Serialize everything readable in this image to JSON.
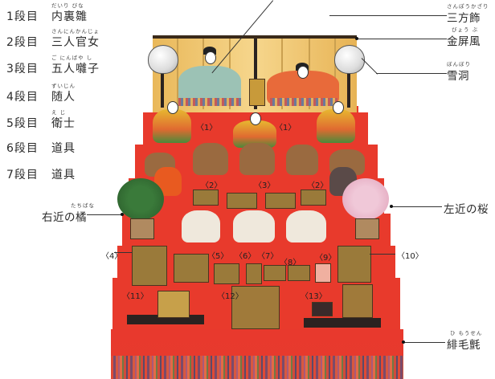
{
  "tiers": [
    {
      "num": "1段目",
      "name": "内裏雛",
      "ruby": "だいり びな"
    },
    {
      "num": "2段目",
      "name": "三人官女",
      "ruby": "さんにんかんじょ"
    },
    {
      "num": "3段目",
      "name": "五人囃子",
      "ruby": "ご にんばや し"
    },
    {
      "num": "4段目",
      "name": "随人",
      "ruby": "ずいじん"
    },
    {
      "num": "5段目",
      "name": "衛士",
      "ruby": "え じ"
    },
    {
      "num": "6段目",
      "name": "道具",
      "ruby": ""
    },
    {
      "num": "7段目",
      "name": "道具",
      "ruby": ""
    }
  ],
  "callouts": {
    "sanpou": {
      "label": "三方飾",
      "ruby": "さんぽうかざり"
    },
    "byoubu": {
      "label": "金屏風",
      "ruby": "びょう ぶ"
    },
    "bonbori": {
      "label": "雪洞",
      "ruby": "ぼんぼり"
    },
    "sakura": {
      "label": "左近の桜",
      "ruby": ""
    },
    "tachibana": {
      "label": "右近の橘",
      "ruby": "たちばな"
    },
    "mousen": {
      "label": "緋毛氈",
      "ruby": "ひ もうせん"
    }
  },
  "item_numbers": [
    "〈1〉",
    "〈1〉",
    "〈2〉",
    "〈3〉",
    "〈2〉",
    "〈4〉",
    "〈5〉",
    "〈6〉",
    "〈7〉",
    "〈8〉",
    "〈9〉",
    "〈10〉",
    "〈11〉",
    "〈12〉",
    "〈13〉"
  ],
  "colors": {
    "carpet": "#e83a2c",
    "screen_gold": "#f2cf80",
    "text": "#2a2a2a"
  }
}
